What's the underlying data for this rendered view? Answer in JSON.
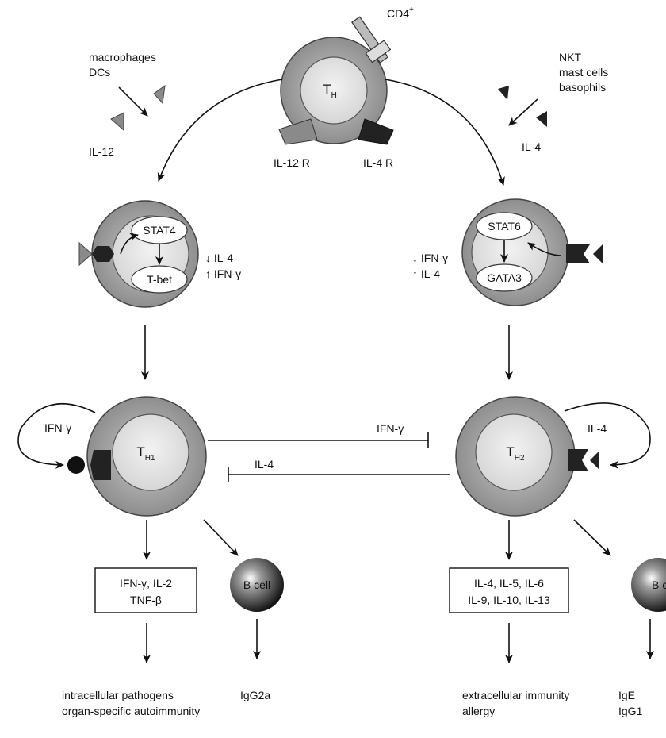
{
  "top": {
    "coreceptor": "CD4",
    "coreceptor_sup": "+",
    "cell": {
      "main": "T",
      "sub": "H"
    },
    "receptor_left": "IL-12 R",
    "receptor_right": "IL-4 R"
  },
  "left_source": {
    "line1": "macrophages",
    "line2": "DCs",
    "cytokine": "IL-12"
  },
  "right_source": {
    "line1": "NKT",
    "line2": "mast cells",
    "line3": "basophils",
    "cytokine": "IL-4"
  },
  "left_intermediate": {
    "tf_top": "STAT4",
    "tf_bottom": "T-bet",
    "effect1": "↓ IL-4",
    "effect2": "↑ IFN-γ"
  },
  "right_intermediate": {
    "tf_top": "STAT6",
    "tf_bottom": "GATA3",
    "effect1": "↓ IFN-γ",
    "effect2": "↑ IL-4"
  },
  "th1": {
    "main": "T",
    "sub": "H1",
    "autocrine": "IFN-γ"
  },
  "th2": {
    "main": "T",
    "sub": "H2",
    "autocrine": "IL-4"
  },
  "cross_inhibition": {
    "to_th2": "IFN-γ",
    "to_th1": "IL-4"
  },
  "th1_outputs": {
    "cytokines_line1": "IFN-γ, IL-2",
    "cytokines_line2": "TNF-β",
    "bcell": "B cell",
    "antibody": "IgG2a",
    "effect_line1": "intracellular pathogens",
    "effect_line2": "organ-specific autoimmunity"
  },
  "th2_outputs": {
    "cytokines_line1": "IL-4, IL-5, IL-6",
    "cytokines_line2": "IL-9, IL-10, IL-13",
    "bcell": "B cell",
    "antibody_line1": "IgE",
    "antibody_line2": "IgG1",
    "effect_line1": "extracellular immunity",
    "effect_line2": "allergy"
  }
}
